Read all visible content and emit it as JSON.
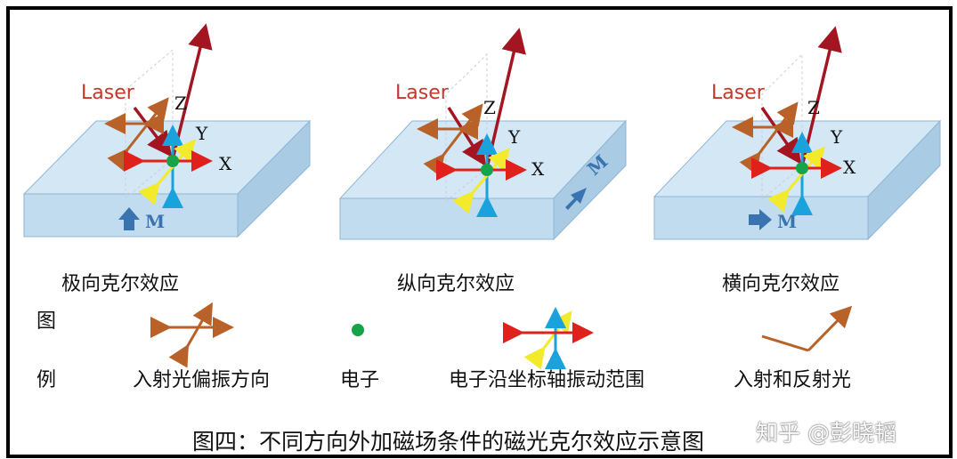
{
  "effects": [
    {
      "label": "极向克尔效应",
      "magnetization": "M"
    },
    {
      "label": "纵向克尔效应",
      "magnetization": "M"
    },
    {
      "label": "横向克尔效应",
      "magnetization": "M"
    }
  ],
  "laser_label": "Laser",
  "axes": {
    "x": "X",
    "y": "Y",
    "z": "Z"
  },
  "legend": {
    "title_top": "图",
    "title_bottom": "例",
    "items": [
      {
        "label": "入射光偏振方向",
        "icon": "polarization-arrows-icon"
      },
      {
        "label": "电子",
        "icon": "electron-dot-icon"
      },
      {
        "label": "电子沿坐标轴振动范围",
        "icon": "axis-oscillation-icon"
      },
      {
        "label": "入射和反射光",
        "icon": "incident-reflected-icon"
      }
    ]
  },
  "caption": "图四：不同方向外加磁场条件的磁光克尔效应示意图",
  "watermark": "知乎 @彭晓韬",
  "colors": {
    "slab_top": "#d3e7f5",
    "slab_front": "#c2dcef",
    "slab_side": "#a9cbe4",
    "laser": "#a31621",
    "polarization": "#b8622a",
    "x_axis": "#e0201b",
    "y_axis": "#f2ea2a",
    "z_axis": "#1aa2dc",
    "electron": "#17a34a",
    "magnet_arrow": "#3a74b0"
  }
}
